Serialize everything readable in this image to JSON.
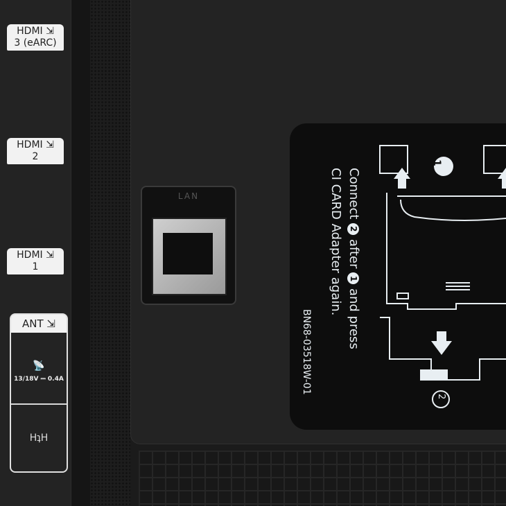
{
  "ports": {
    "hdmi3": {
      "line1": "HDMI",
      "line2": "3 (eARC)"
    },
    "hdmi2": {
      "line1": "HDMI",
      "line2": "2"
    },
    "hdmi1": {
      "line1": "HDMI",
      "line2": "1"
    },
    "ant": {
      "label": "ANT",
      "power": "13/18V ⎓ 0.4A",
      "symbol": "HʇH"
    },
    "lan": {
      "label": "LAN"
    }
  },
  "ci_label": {
    "line1_a": "Connect",
    "step2": "2",
    "line1_b": "after",
    "step1": "1",
    "line1_c": "and press",
    "line2": "CI CARD Adapter again.",
    "part_number": "BN68-03518W-01",
    "diagram_step1": "1",
    "diagram_step2": "2"
  }
}
